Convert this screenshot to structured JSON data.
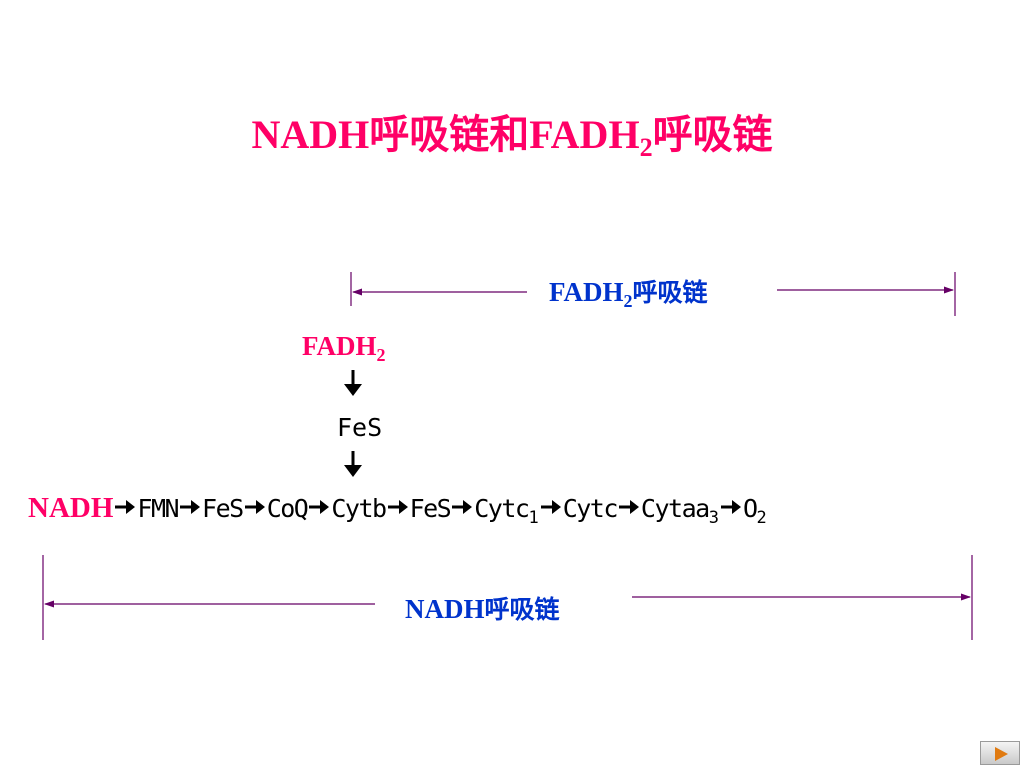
{
  "title": {
    "part1": "NADH呼吸链和FADH",
    "sub": "2",
    "part2": "呼吸链"
  },
  "fadh_chain_label": {
    "prefix": "FADH",
    "sub": "2",
    "suffix": "呼吸链"
  },
  "fadh2_source": {
    "prefix": "FADH",
    "sub": "2"
  },
  "fes_branch": "FeS",
  "main_chain": [
    {
      "text": "NADH",
      "sub": ""
    },
    {
      "text": "FMN",
      "sub": ""
    },
    {
      "text": "FeS",
      "sub": ""
    },
    {
      "text": "CoQ",
      "sub": ""
    },
    {
      "text": "Cytb",
      "sub": ""
    },
    {
      "text": "FeS",
      "sub": ""
    },
    {
      "text": "Cytc",
      "sub": "1"
    },
    {
      "text": "Cytc",
      "sub": ""
    },
    {
      "text": "Cytaa",
      "sub": "3"
    },
    {
      "text": "O",
      "sub": "2"
    }
  ],
  "nadh_chain_label": {
    "prefix": "NADH",
    "suffix": "呼吸链"
  },
  "icons": {
    "chain_arrow": "right-arrow-icon",
    "branch_arrow": "down-arrow-icon",
    "next_slide": "play-icon"
  },
  "colors": {
    "title": "#ff0066",
    "label_blue": "#0033cc",
    "fadh2_source": "#ff0066",
    "nadh_node": "#ff0066",
    "chain_text": "#000000",
    "bracket_lines": "#660066",
    "next_button_play": "#e07a10"
  }
}
